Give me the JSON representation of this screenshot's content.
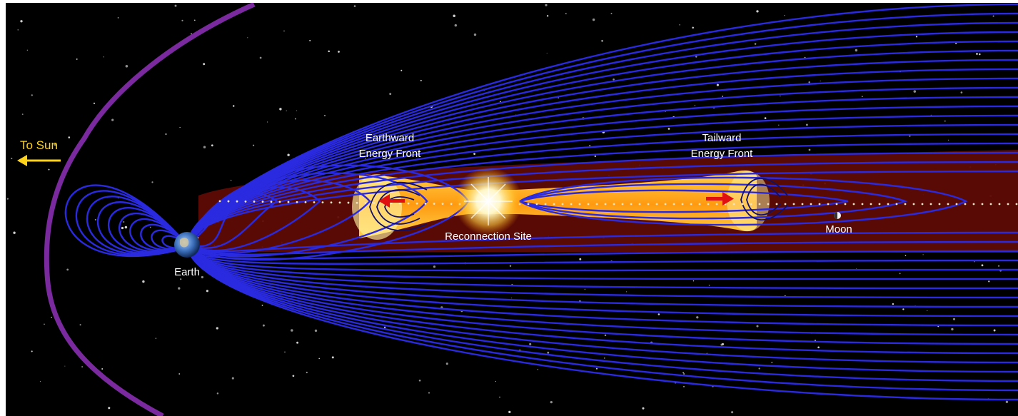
{
  "labels": {
    "to_sun": "To Sun",
    "earthward_front": [
      "Earthward",
      "Energy Front"
    ],
    "tailward_front": [
      "Tailward",
      "Energy Front"
    ],
    "reconnection_site": "Reconnection Site",
    "moon": "Moon",
    "earth": "Earth"
  },
  "colors": {
    "space": "#000000",
    "field_lines": "#2a2ae0",
    "magnetopause": "#7a2a9e",
    "plasma_sheet": "#6a0c06",
    "energy_front": "#ffc21a",
    "arrow_red": "#e01010",
    "sun_arrow": "#ffd21a"
  }
}
